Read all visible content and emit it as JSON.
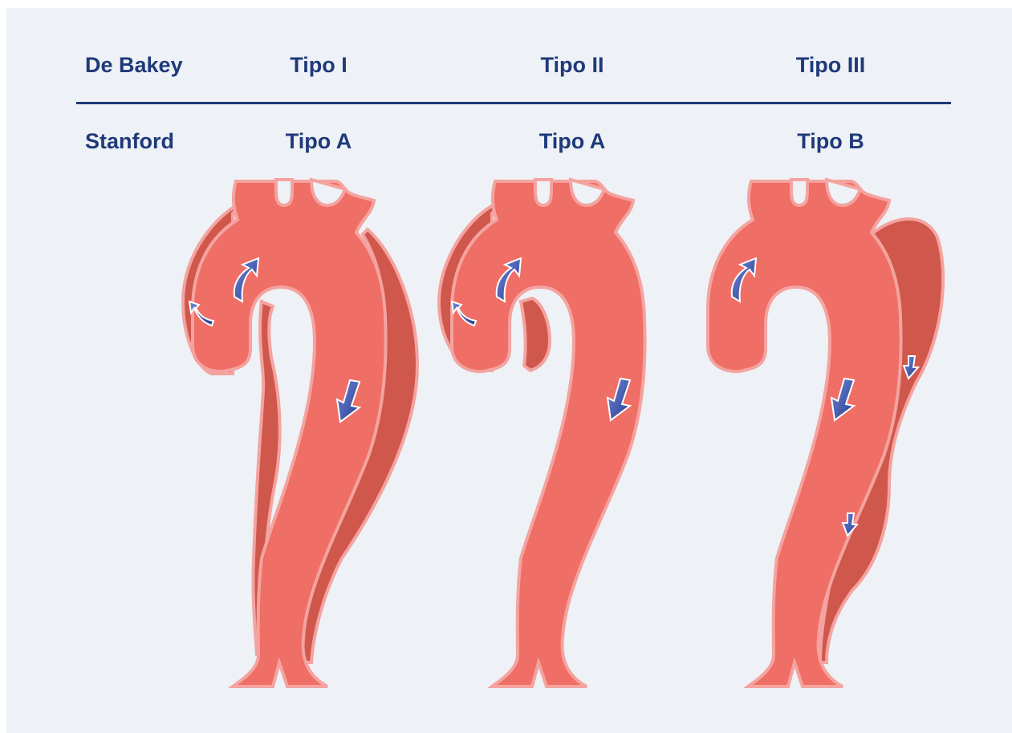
{
  "header": {
    "row1_label": "De Bakey",
    "row2_label": "Stanford",
    "columns": [
      {
        "debakey": "Tipo I",
        "stanford": "Tipo A"
      },
      {
        "debakey": "Tipo II",
        "stanford": "Tipo A"
      },
      {
        "debakey": "Tipo III",
        "stanford": "Tipo B"
      }
    ]
  },
  "colors": {
    "background": "#eef1f5",
    "text": "#1f3a7a",
    "aorta_fill": "#ef6e65",
    "aorta_outline": "#f4a3a0",
    "false_lumen": "#cf574c",
    "arrow_dark": "#2b3d8f",
    "arrow_light": "#6d86d6"
  }
}
